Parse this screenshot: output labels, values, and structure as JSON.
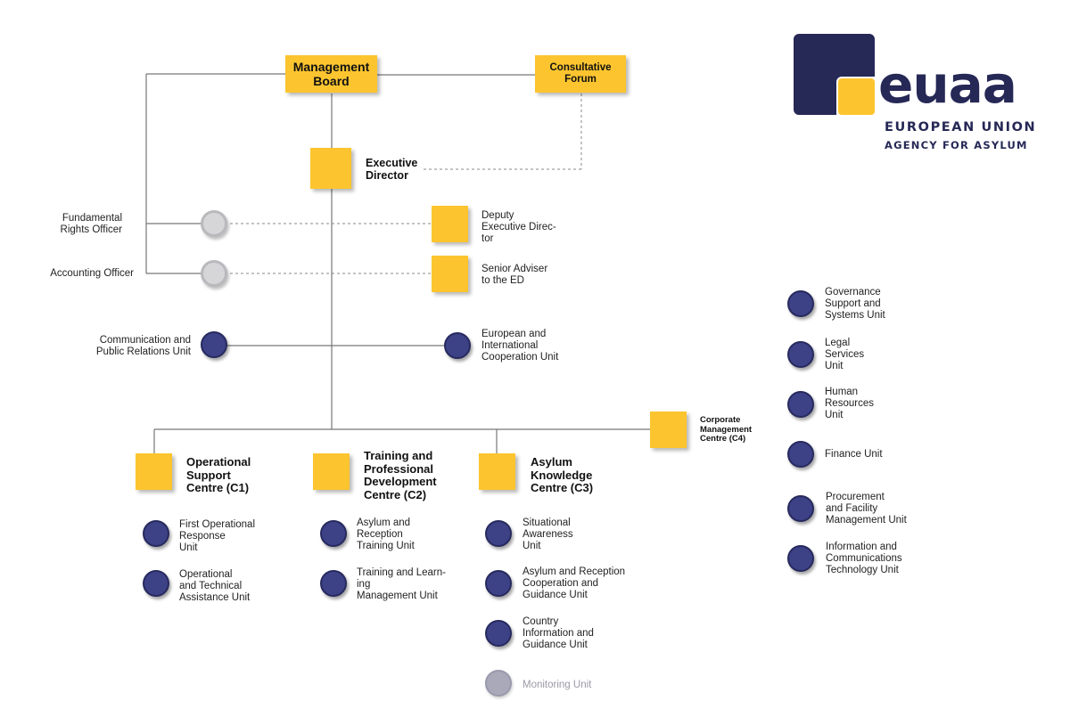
{
  "logo": {
    "wordmark": "euaa",
    "line1": "EUROPEAN UNION",
    "line2": "AGENCY FOR ASYLUM",
    "colors": {
      "navy": "#262856",
      "yellow": "#fcc52f"
    }
  },
  "governance": {
    "management_board": "Management Board",
    "consultative_forum": "Consultative Forum",
    "executive_director": "Executive Director",
    "deputy_executive_director": "Deputy\nExecutive Direc-\ntor",
    "senior_adviser": "Senior Adviser\nto the ED",
    "fundamental_rights_officer": "Fundamental\nRights Officer",
    "accounting_officer": "Accounting Officer"
  },
  "units_top": {
    "communication": "Communication and\nPublic Relations Unit",
    "european_international": "European and\nInternational\nCooperation Unit"
  },
  "centres": {
    "c1": {
      "name": "Operational\nSupport\nCentre (C1)",
      "units": [
        "First Operational\nResponse\nUnit",
        "Operational\nand Technical\nAssistance Unit"
      ]
    },
    "c2": {
      "name": "Training and\nProfessional\nDevelopment\nCentre (C2)",
      "units": [
        "Asylum and\nReception\nTraining Unit",
        "Training and Learn-\ning\nManagement Unit"
      ]
    },
    "c3": {
      "name": "Asylum\nKnowledge\nCentre (C3)",
      "units": [
        "Situational\nAwareness\nUnit",
        "Asylum and Reception\nCooperation and\nGuidance Unit",
        "Country\nInformation and\nGuidance Unit",
        "Monitoring Unit"
      ]
    },
    "c4": {
      "name": "Corporate\nManagement\nCentre (C4)",
      "units": [
        "Governance\nSupport and\nSystems Unit",
        "Legal\nServices\nUnit",
        "Human\nResources\nUnit",
        "Finance Unit",
        "Procurement\nand Facility\nManagement Unit",
        "Information and\nCommunications\nTechnology Unit"
      ]
    }
  }
}
